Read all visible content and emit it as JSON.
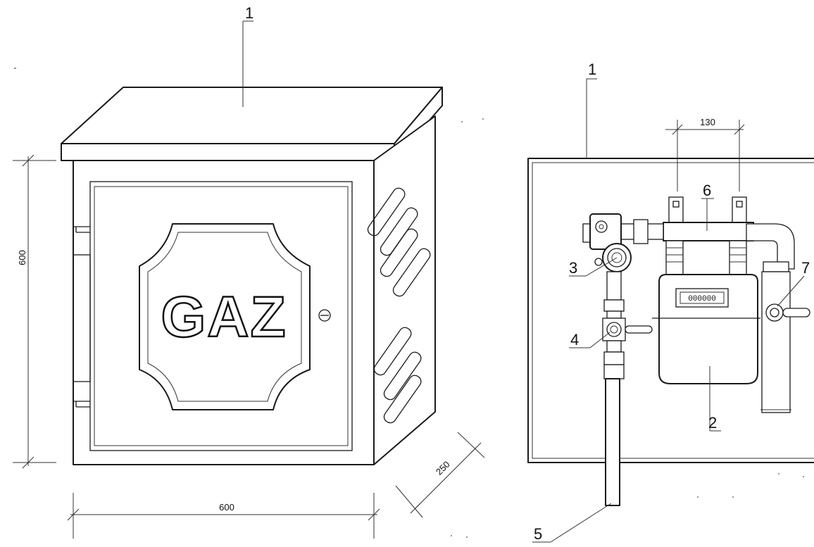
{
  "labels": {
    "cabinet_top": "1",
    "panel_top": "1",
    "regulator": "3",
    "valve": "4",
    "inlet_pipe": "5",
    "connector": "6",
    "outlet_valve": "7",
    "meter": "2"
  },
  "sign_text": "GAZ",
  "counter_text": "000000",
  "dimensions": {
    "height": "600",
    "width": "600",
    "depth": "250",
    "spacing": "130"
  }
}
